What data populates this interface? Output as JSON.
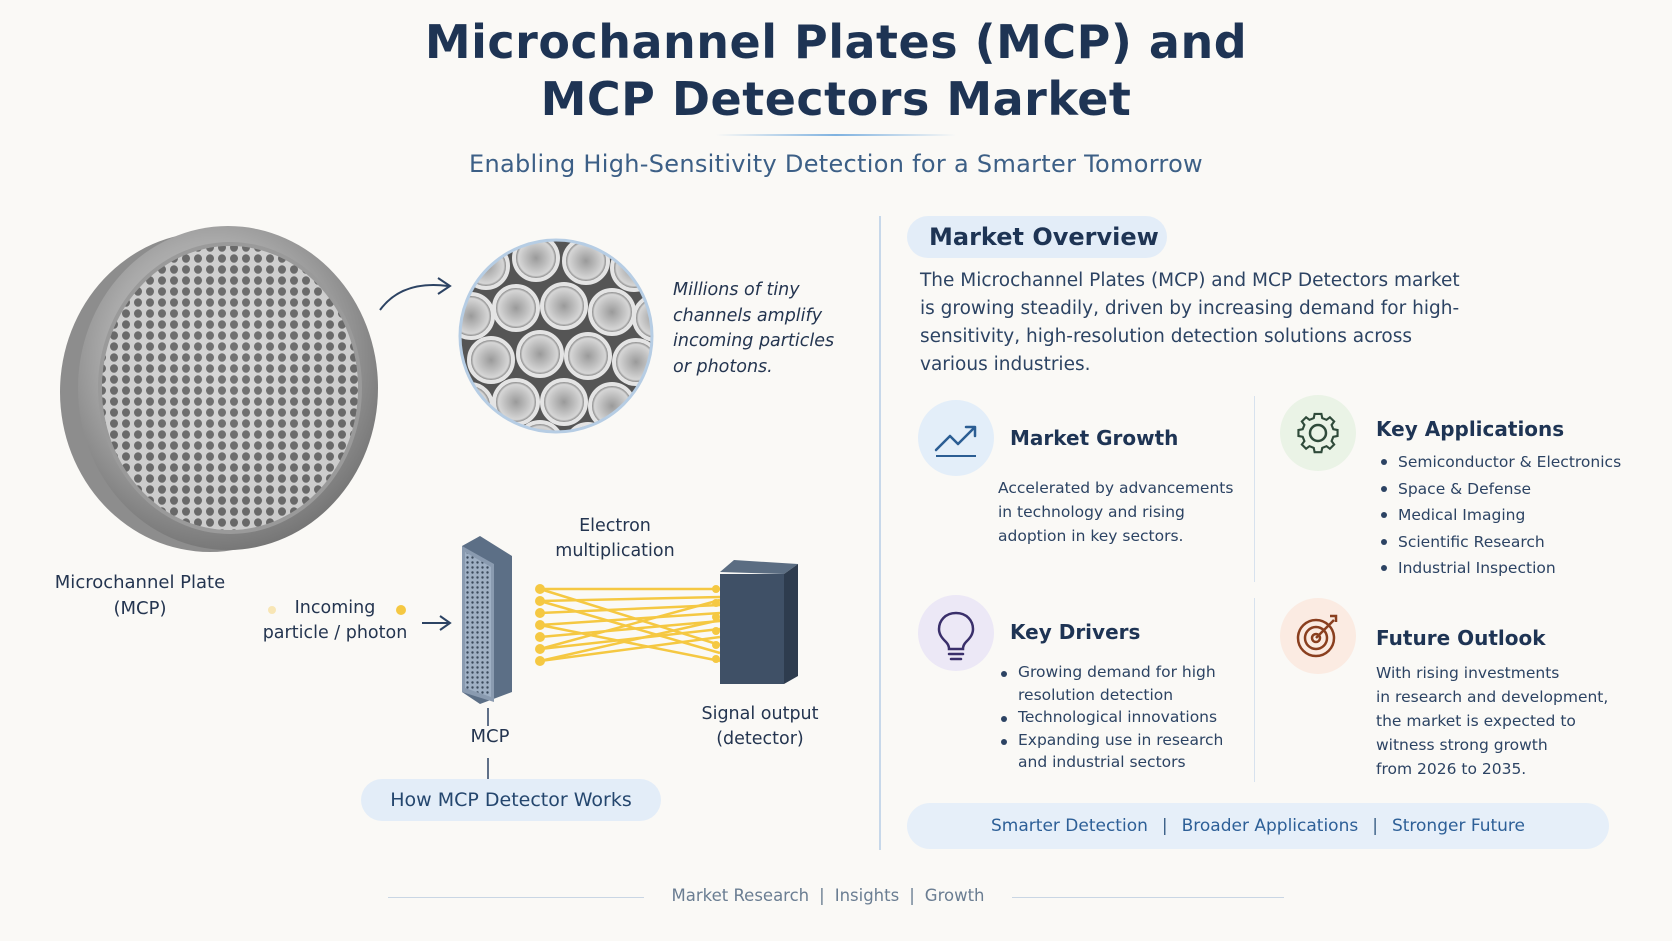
{
  "header": {
    "title_line1": "Microchannel Plates (MCP) and",
    "title_line2": "MCP Detectors Market",
    "subtitle": "Enabling High-Sensitivity Detection for a Smarter Tomorrow"
  },
  "illustration": {
    "plate_label_line1": "Microchannel Plate",
    "plate_label_line2": "(MCP)",
    "zoom_text": [
      "Millions of tiny",
      "channels amplify",
      "incoming particles",
      "or photons."
    ],
    "electron_label_line1": "Electron",
    "electron_label_line2": "multiplication",
    "incoming_label_line1": "Incoming",
    "incoming_label_line2": "particle / photon",
    "mcp_label": "MCP",
    "signal_label_line1": "Signal output",
    "signal_label_line2": "(detector)",
    "how_it_works": "How MCP Detector Works"
  },
  "overview": {
    "heading": "Market Overview",
    "text_lines": [
      "The Microchannel Plates (MCP) and MCP Detectors market",
      "is growing steadily, driven by increasing demand for high-",
      "sensitivity, high-resolution detection solutions across",
      "various industries."
    ],
    "market_growth": {
      "title": "Market Growth",
      "icon": "trend-up-icon",
      "body_lines": [
        "Accelerated by advancements",
        "in technology and rising",
        "adoption in key sectors."
      ]
    },
    "key_applications": {
      "title": "Key Applications",
      "icon": "gear-icon",
      "items": [
        "Semiconductor & Electronics",
        "Space & Defense",
        "Medical Imaging",
        "Scientific Research",
        "Industrial Inspection"
      ]
    },
    "key_drivers": {
      "title": "Key Drivers",
      "icon": "lightbulb-icon",
      "items": [
        [
          "Growing demand for high",
          "resolution detection"
        ],
        [
          "Technological innovations"
        ],
        [
          "Expanding use in research",
          "and industrial sectors"
        ]
      ]
    },
    "future_outlook": {
      "title": "Future Outlook",
      "icon": "target-icon",
      "body_lines": [
        "With rising investments",
        "in research and development,",
        "the market is expected to",
        "witness strong growth",
        "from 2026 to 2035."
      ]
    },
    "tagline": [
      "Smarter Detection",
      "Broader Applications",
      "Stronger Future"
    ],
    "tagline_sep": "|"
  },
  "footer": {
    "items": [
      "Market Research",
      "Insights",
      "Growth"
    ],
    "sep": "|"
  },
  "colors": {
    "background": "#faf9f6",
    "title": "#1e3454",
    "pill": "#e3edf8",
    "beam": "#f5c842"
  }
}
